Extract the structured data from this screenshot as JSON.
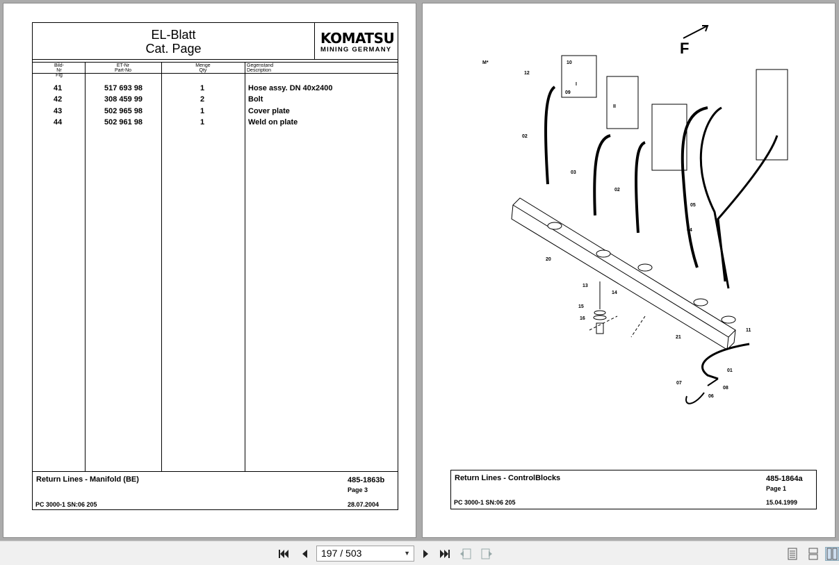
{
  "left_page": {
    "title_line1": "EL-Blatt",
    "title_line2": "Cat. Page",
    "logo_main": "KOMATSU",
    "logo_sub": "MINING GERMANY",
    "columns": [
      {
        "de": "Bild-Nr",
        "en": "Fig"
      },
      {
        "de": "ET-Nr",
        "en": "Part-No"
      },
      {
        "de": "Menge",
        "en": "Qty"
      },
      {
        "de": "Gegenstand",
        "en": "Description"
      }
    ],
    "rows": [
      {
        "fig": "41",
        "part_no": "517 693 98",
        "qty": "1",
        "description": "Hose assy. DN 40x2400"
      },
      {
        "fig": "42",
        "part_no": "308 459 99",
        "qty": "2",
        "description": "Bolt"
      },
      {
        "fig": "43",
        "part_no": "502 965 98",
        "qty": "1",
        "description": "Cover plate"
      },
      {
        "fig": "44",
        "part_no": "502 961 98",
        "qty": "1",
        "description": "Weld on plate"
      }
    ],
    "footer": {
      "title": "Return Lines - Manifold (BE)",
      "doc_no": "485-1863b",
      "page": "Page 3",
      "machine": "PC 3000-1 SN:06 205",
      "date": "28.07.2004"
    }
  },
  "right_page": {
    "direction_label": "F",
    "corner_mark": "M*",
    "callouts": {
      "c01": "01",
      "c02": "02",
      "c03": "03",
      "c04": "04",
      "c05": "05",
      "c06": "06",
      "c07": "07",
      "c08": "08",
      "c09": "09",
      "c10": "10",
      "c11": "11",
      "c12": "12",
      "c13": "13",
      "c14": "14",
      "c15": "15",
      "c16": "16",
      "c20": "20",
      "c21": "21",
      "r1": "I",
      "r2": "II"
    },
    "footer": {
      "title": "Return Lines - ControlBlocks",
      "doc_no": "485-1864a",
      "page": "Page 1",
      "machine": "PC 3000-1 SN:06 205",
      "date": "15.04.1999"
    }
  },
  "toolbar": {
    "page_indicator": "197 / 503"
  }
}
